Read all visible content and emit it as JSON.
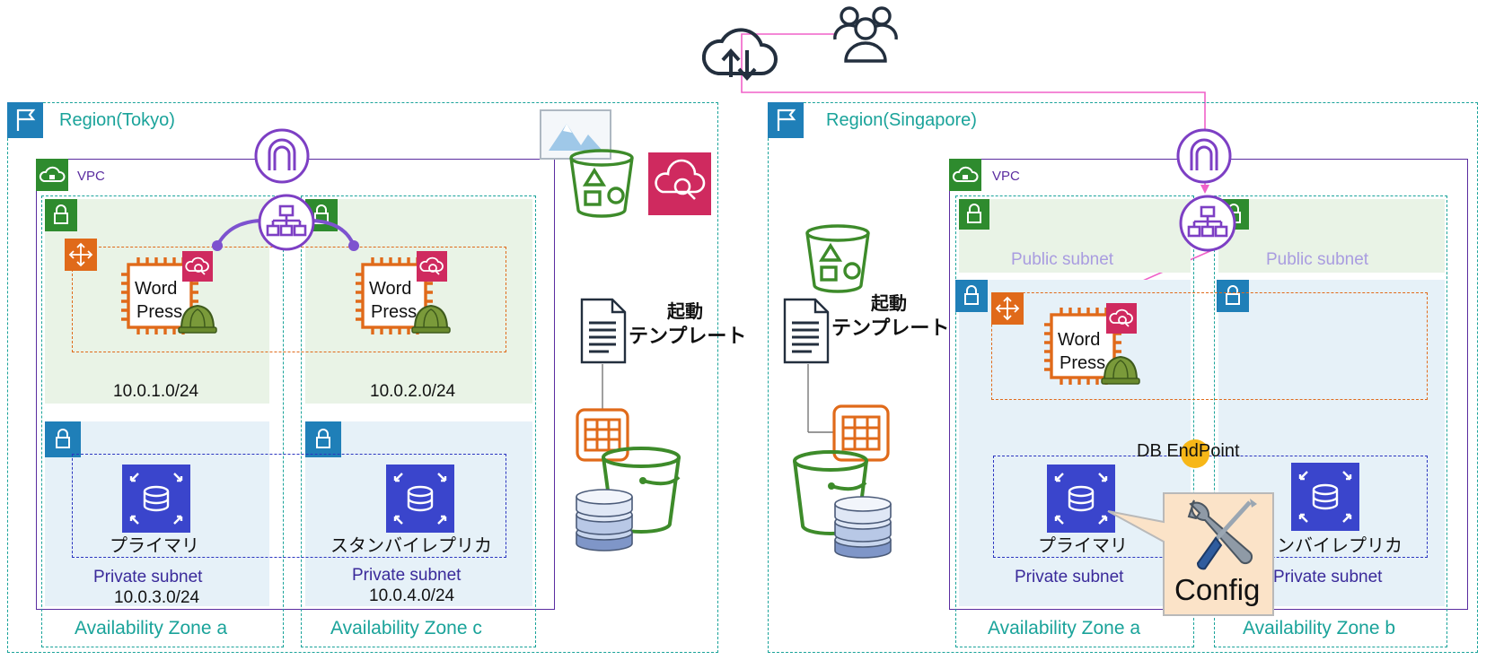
{
  "tokyo": {
    "region_label": "Region(Tokyo)",
    "vpc_label": "VPC",
    "az_a": "Availability Zone a",
    "az_c": "Availability Zone c",
    "ec2_a_line1": "Word",
    "ec2_a_line2": "Press",
    "ec2_c_line1": "Word",
    "ec2_c_line2": "Press",
    "cidr_1": "10.0.1.0/24",
    "cidr_2": "10.0.2.0/24",
    "cidr_3": "10.0.3.0/24",
    "cidr_4": "10.0.4.0/24",
    "db_primary": "プライマリ",
    "db_standby": "スタンバイレプリカ",
    "private_a": "Private subnet",
    "private_c": "Private subnet"
  },
  "middle": {
    "template_line1_tokyo": "起動",
    "template_line2_tokyo": "テンプレート",
    "template_line1_sg": "起動",
    "template_line2_sg": "テンプレート"
  },
  "singapore": {
    "region_label": "Region(Singapore)",
    "vpc_label": "VPC",
    "public_a": "Public subnet",
    "public_b": "Public subnet",
    "ec2_line1": "Word",
    "ec2_line2": "Press",
    "db_endpoint": "DB EndPoint",
    "db_primary": "プライマリ",
    "db_standby": "ンバイレプリカ",
    "private_a": "Private subnet",
    "private_b": "Private subnet",
    "callout": "Config",
    "az_a": "Availability Zone a",
    "az_b": "Availability Zone b"
  },
  "colors": {
    "region": "#1aa39a",
    "vpc": "#5a2ca0",
    "compute": "#e06a1a",
    "database": "#3a45cc",
    "storage": "#3d8b2a",
    "inspector": "#cf2a5f",
    "flow": "#f060c8"
  }
}
